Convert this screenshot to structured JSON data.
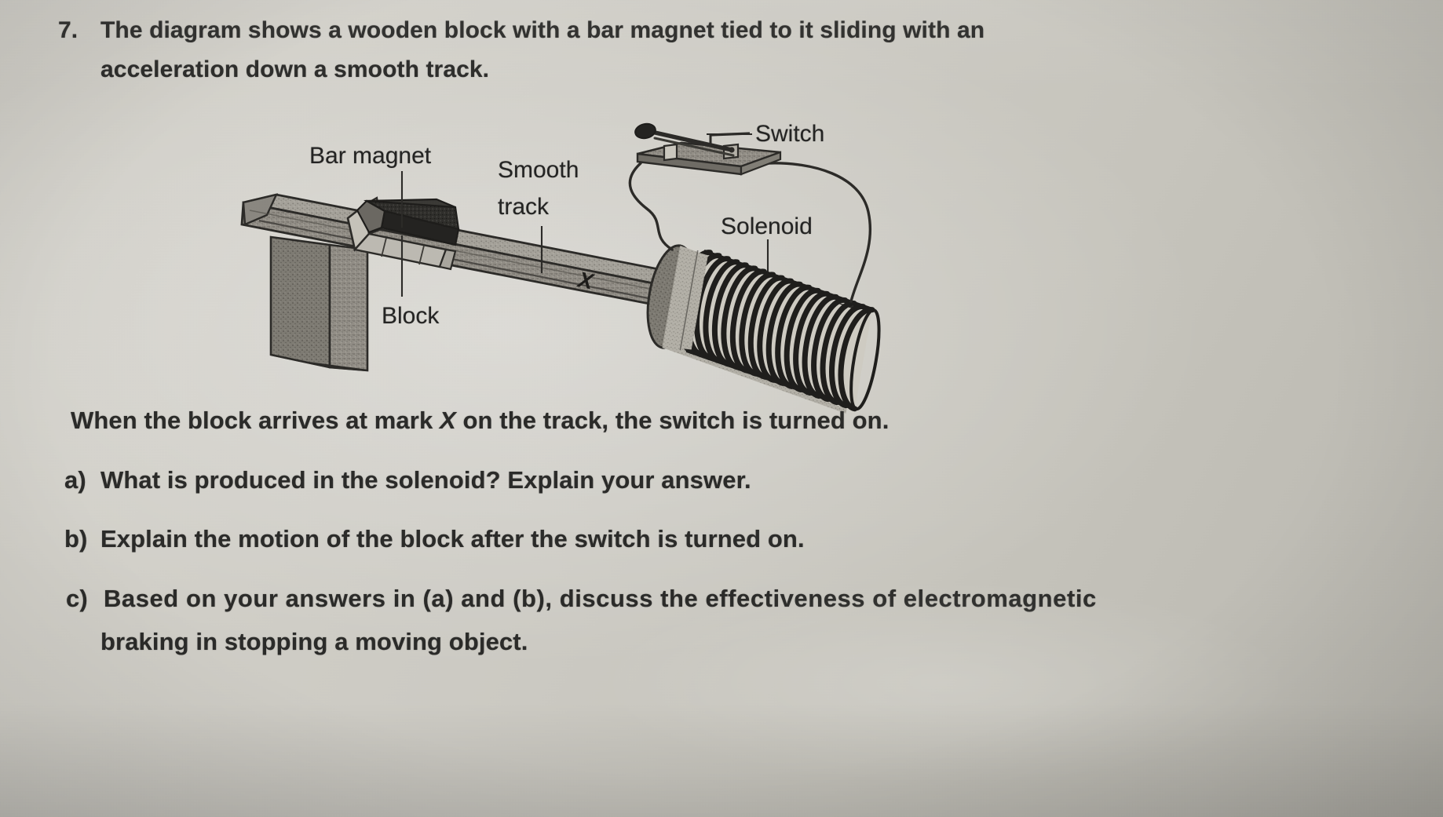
{
  "page": {
    "background_color": "#cdcbc4",
    "ink_color": "#2a2a28"
  },
  "question": {
    "number": "7.",
    "line1": "The diagram shows a wooden block with a bar magnet tied to it sliding with an",
    "line2": "acceleration down a smooth track."
  },
  "statement": {
    "before_mark": "When the block arrives at mark ",
    "mark": "X",
    "after_mark": " on the track, the switch is turned on."
  },
  "parts": [
    {
      "label": "a)",
      "text": "What is produced in the solenoid? Explain your answer."
    },
    {
      "label": "b)",
      "text": "Explain the motion of the block after the switch is turned on."
    },
    {
      "label": "c)",
      "text": "Based on your answers in (a) and (b), discuss the effectiveness of electromagnetic",
      "text2": "braking in stopping a moving object."
    }
  ],
  "diagram": {
    "labels": {
      "bar_magnet": "Bar magnet",
      "smooth": "Smooth",
      "track": "track",
      "switch": "Switch",
      "solenoid": "Solenoid",
      "block": "Block",
      "mark": "X"
    },
    "components": [
      "inclined-smooth-track",
      "wooden-block",
      "bar-magnet",
      "track-support-stand",
      "mark-x",
      "knife-switch",
      "connecting-wire",
      "solenoid-coil"
    ],
    "colors": {
      "outline": "#2b2a27",
      "track_fill": "#8e8b83",
      "track_top_fill": "#9d9a92",
      "magnet_fill": "#2a2926",
      "block_fill": "#c0bdb4",
      "stand_fill": "#8b887f",
      "solenoid_core_fill": "#b9b6ad",
      "coil_stroke": "#1e1d1b"
    }
  }
}
